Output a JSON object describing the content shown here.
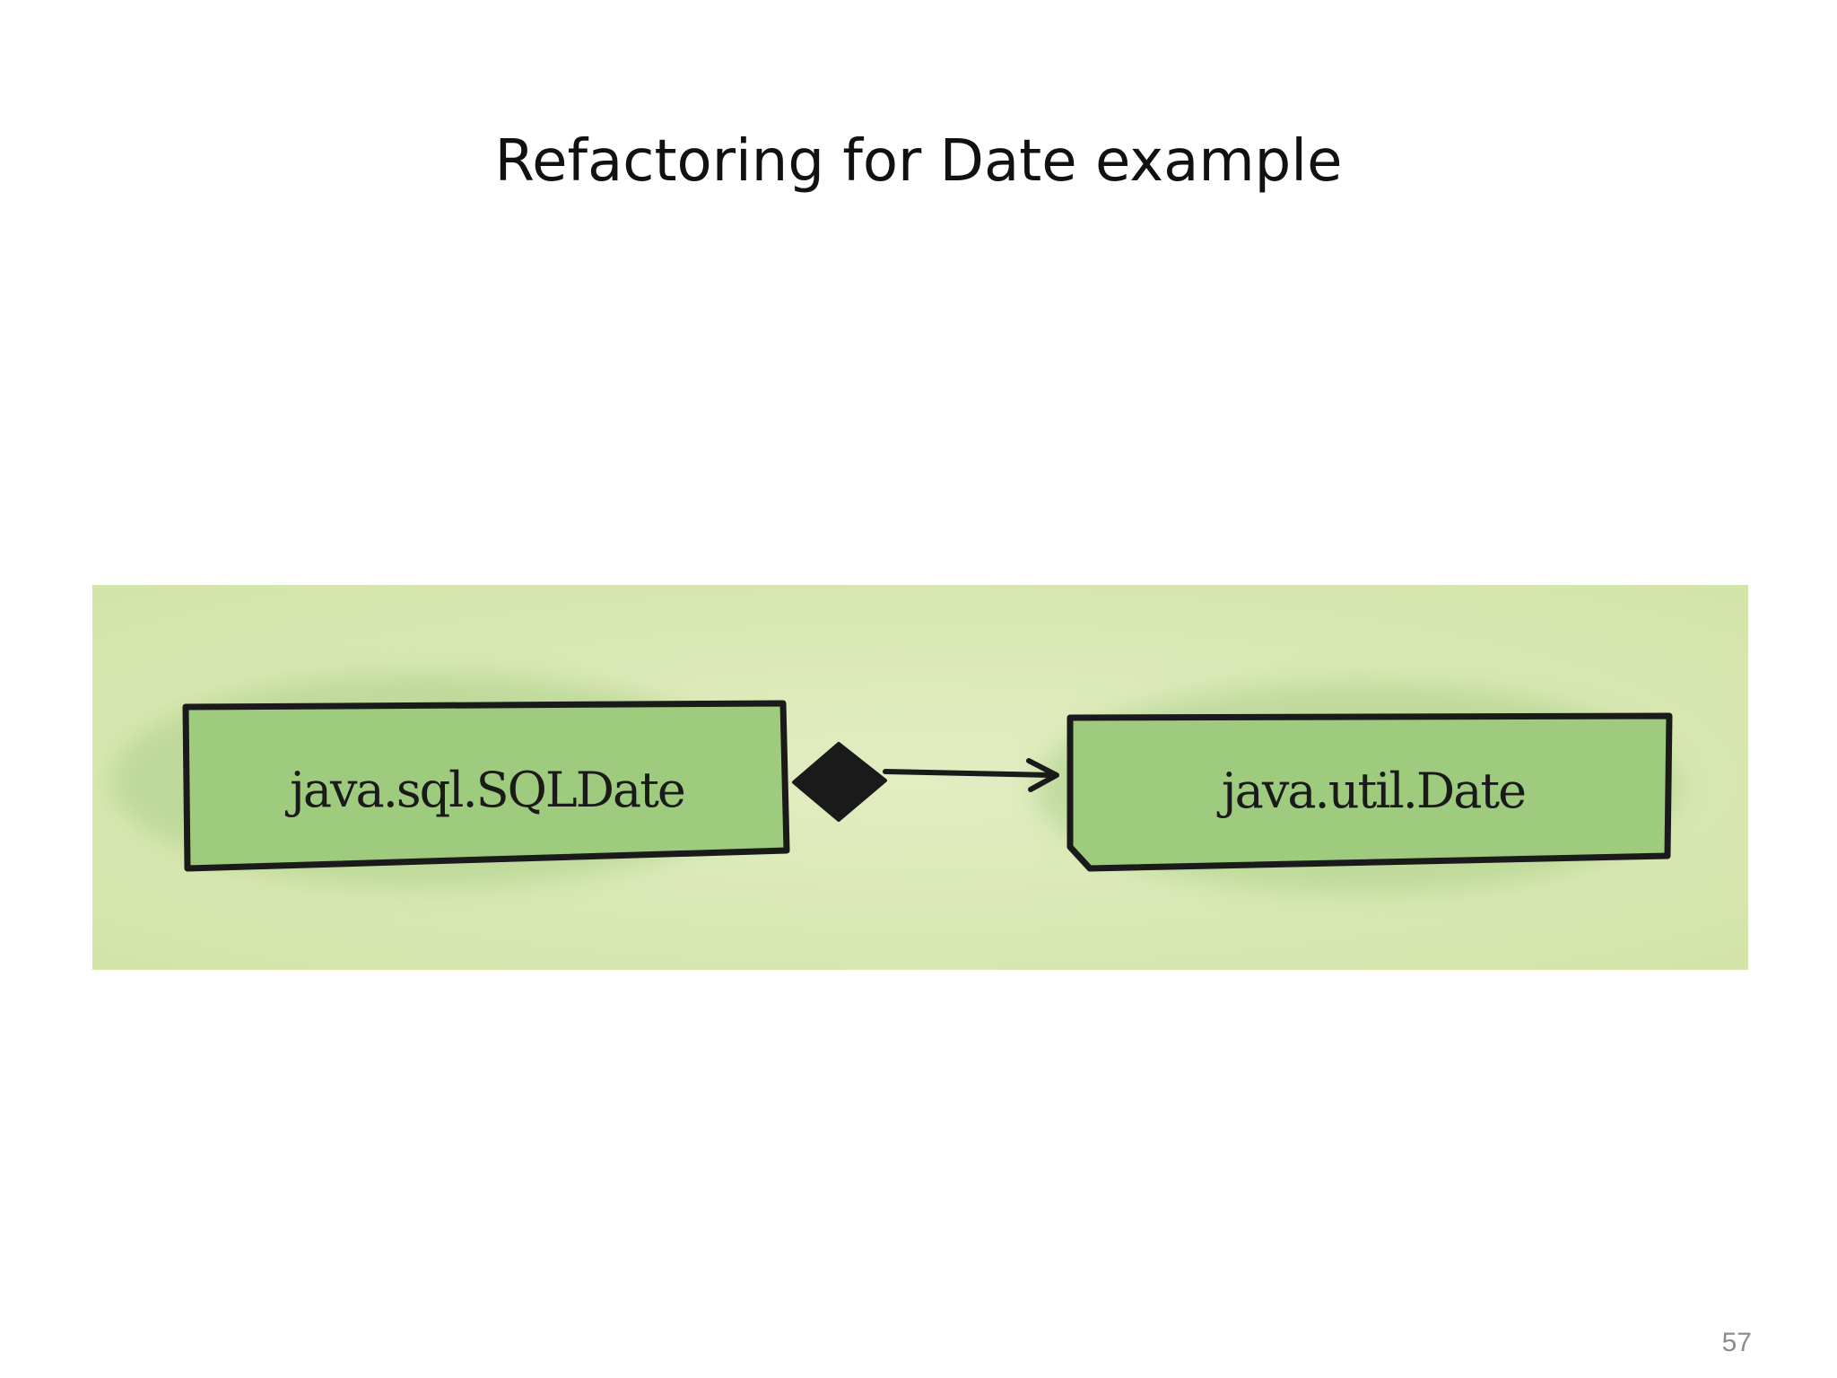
{
  "slide": {
    "title": "Refactoring for Date example",
    "page_number": "57"
  },
  "diagram": {
    "source_class": "java.sql.SQLDate",
    "target_class": "java.util.Date",
    "relationship": "composition",
    "colors": {
      "background": "#dbe8b6",
      "box_fill": "#9fcb7e",
      "ink": "#1a1a1a"
    }
  }
}
